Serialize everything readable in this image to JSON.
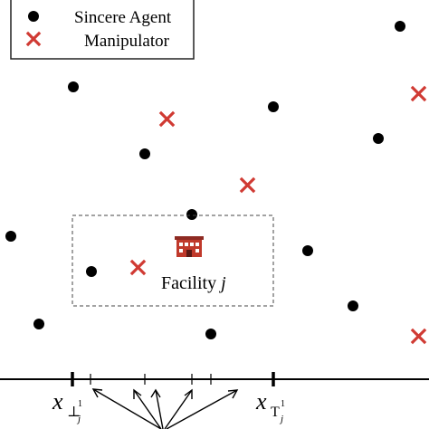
{
  "legend": {
    "sincere_label": "Sincere Agent",
    "manipulator_label": "Manipulator"
  },
  "facility": {
    "label_text": "Facility ",
    "label_var": "j"
  },
  "axis": {
    "left_var": "x",
    "left_sub": "⊥",
    "left_sup": "1",
    "left_idx": "j",
    "right_var": "x",
    "right_sub": "T",
    "right_sup": "1",
    "right_idx": "j"
  },
  "colors": {
    "sincere": "#000000",
    "manipulator": "#d03a33",
    "facility_icon": "#c0392b"
  },
  "icons": {
    "facility": "building-icon",
    "sincere": "filled-circle",
    "manipulator": "red-cross"
  }
}
